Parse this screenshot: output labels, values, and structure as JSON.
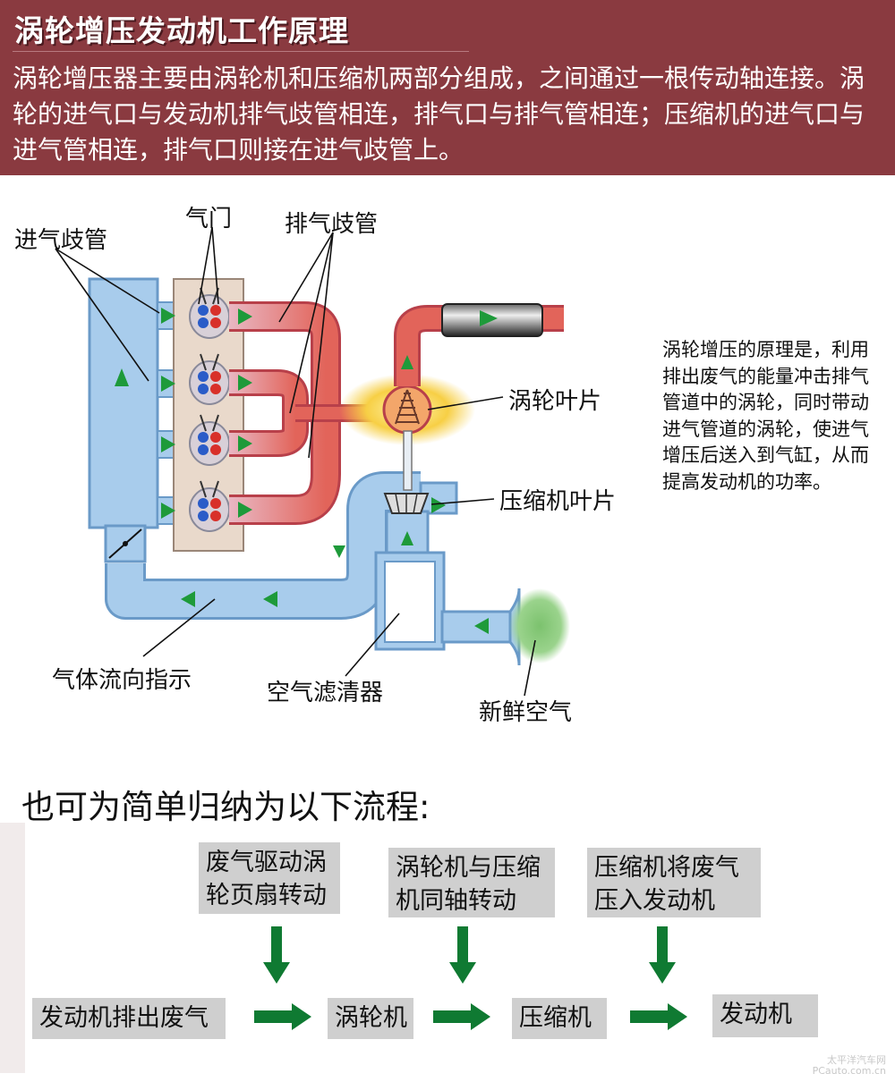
{
  "header": {
    "title": "涡轮增压发动机工作原理",
    "description": "涡轮增压器主要由涡轮机和压缩机两部分组成，之间通过一根传动轴连接。涡轮的进气口与发动机排气歧管相连，排气口与排气管相连；压缩机的进气口与进气管相连，排气口则接在进气歧管上。"
  },
  "diagram": {
    "labels": {
      "intake_manifold": "进气歧管",
      "valve": "气门",
      "exhaust_manifold": "排气歧管",
      "turbine_blade": "涡轮叶片",
      "compressor_blade": "压缩机叶片",
      "flow_direction": "气体流向指示",
      "air_filter": "空气滤清器",
      "fresh_air": "新鲜空气"
    },
    "side_note": "涡轮增压的原理是，利用排出废气的能量冲击排气管道中的涡轮，同时带动进气管道的涡轮，使进气增压后送入到气缸，从而提高发动机的功率。",
    "colors": {
      "header_bg": "#8a3a40",
      "intake_blue": "#a8ccec",
      "exhaust_red": "#e8584a",
      "flow_arrow_green": "#1e9a3a",
      "box_gray": "#cfcfcf",
      "process_arrow_green": "#0f7a32"
    }
  },
  "flow": {
    "heading": "也可为简单归纳为以下流程:",
    "main": [
      "发动机排出废气",
      "涡轮机",
      "压缩机",
      "发动机"
    ],
    "notes": [
      "废气驱动涡轮页扇转动",
      "涡轮机与压缩机同轴转动",
      "压缩机将废气压入发动机"
    ]
  },
  "watermark": {
    "line1": "太平洋汽车网",
    "line2": "PCauto.com.cn"
  }
}
